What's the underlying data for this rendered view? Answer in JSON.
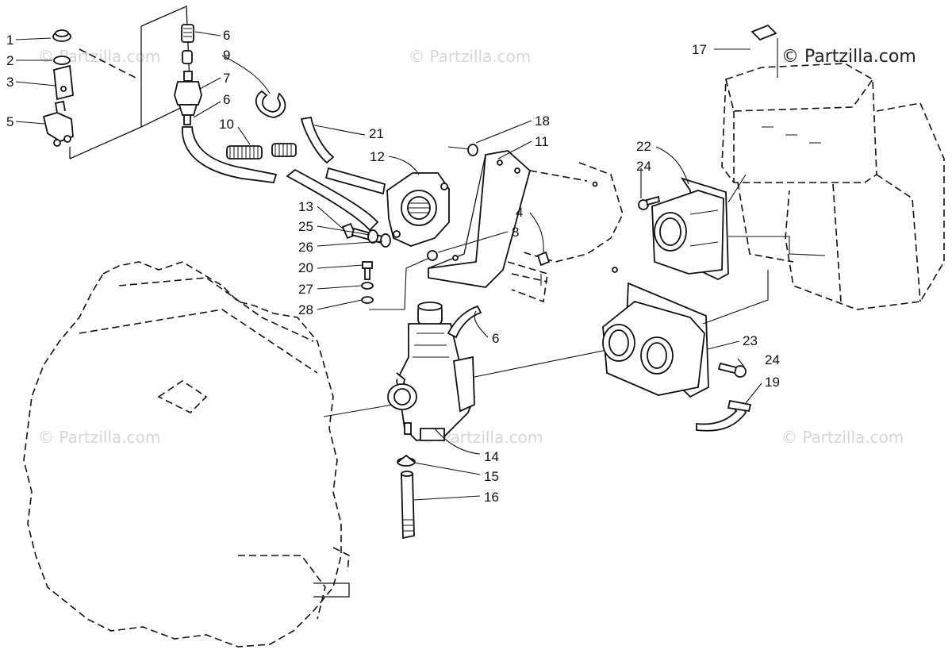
{
  "watermark": {
    "main": "© Partzilla.com",
    "repeat": "© Partzilla.com"
  },
  "callouts": [
    {
      "id": "c1",
      "label": "1"
    },
    {
      "id": "c2",
      "label": "2"
    },
    {
      "id": "c3",
      "label": "3"
    },
    {
      "id": "c5",
      "label": "5"
    },
    {
      "id": "c6a",
      "label": "6"
    },
    {
      "id": "c9",
      "label": "9"
    },
    {
      "id": "c7",
      "label": "7"
    },
    {
      "id": "c6b",
      "label": "6"
    },
    {
      "id": "c10",
      "label": "10"
    },
    {
      "id": "c21",
      "label": "21"
    },
    {
      "id": "c12",
      "label": "12"
    },
    {
      "id": "c18",
      "label": "18"
    },
    {
      "id": "c11",
      "label": "11"
    },
    {
      "id": "c13",
      "label": "13"
    },
    {
      "id": "c25",
      "label": "25"
    },
    {
      "id": "c26",
      "label": "26"
    },
    {
      "id": "c20",
      "label": "20"
    },
    {
      "id": "c27",
      "label": "27"
    },
    {
      "id": "c28",
      "label": "28"
    },
    {
      "id": "c4",
      "label": "4"
    },
    {
      "id": "c8",
      "label": "8"
    },
    {
      "id": "c6c",
      "label": "6"
    },
    {
      "id": "c17",
      "label": "17"
    },
    {
      "id": "c22",
      "label": "22"
    },
    {
      "id": "c24a",
      "label": "24"
    },
    {
      "id": "c23",
      "label": "23"
    },
    {
      "id": "c24b",
      "label": "24"
    },
    {
      "id": "c19",
      "label": "19"
    },
    {
      "id": "c14",
      "label": "14"
    },
    {
      "id": "c15",
      "label": "15"
    },
    {
      "id": "c16",
      "label": "16"
    }
  ]
}
